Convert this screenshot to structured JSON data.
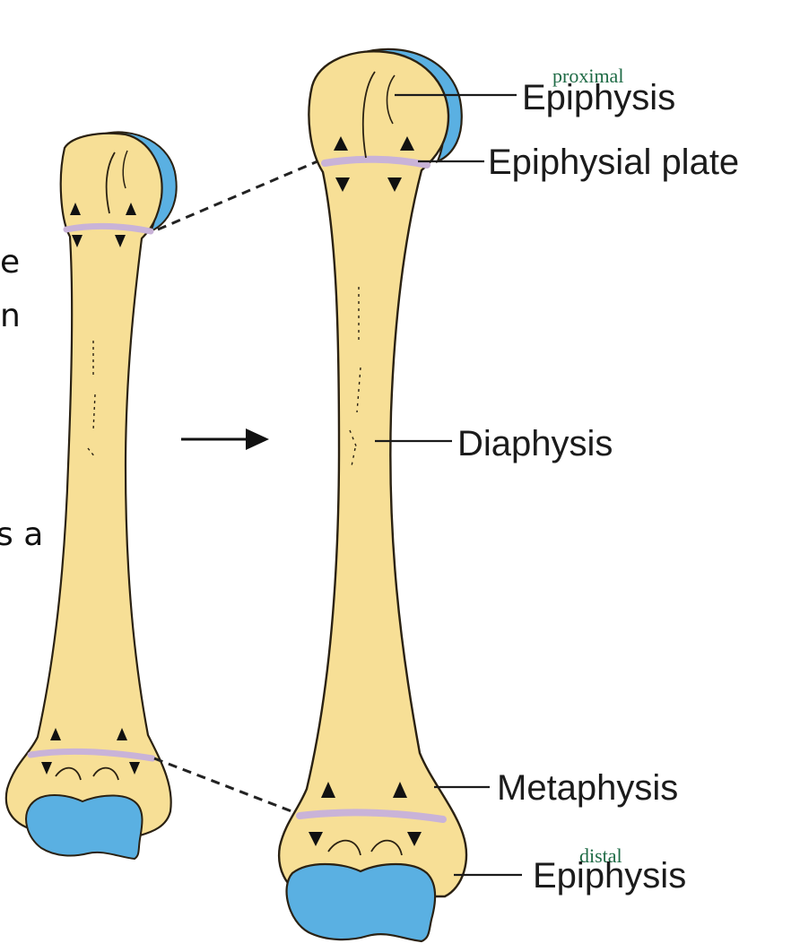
{
  "labels": {
    "proximal_epiphysis": "Epiphysis",
    "epiphysial_plate": "Epiphysial plate",
    "diaphysis": "Diaphysis",
    "metaphysis": "Metaphysis",
    "distal_epiphysis": "Epiphysis"
  },
  "annotations": {
    "proximal": "proximal",
    "distal": "distal"
  },
  "clipped_text": [
    "e",
    "n",
    "s a"
  ],
  "colors": {
    "bone": "#f7df96",
    "bone_outline": "#2a2112",
    "cartilage": "#5ab0e2",
    "plate": "#c9b3d8",
    "annotation": "#1f6b46"
  }
}
